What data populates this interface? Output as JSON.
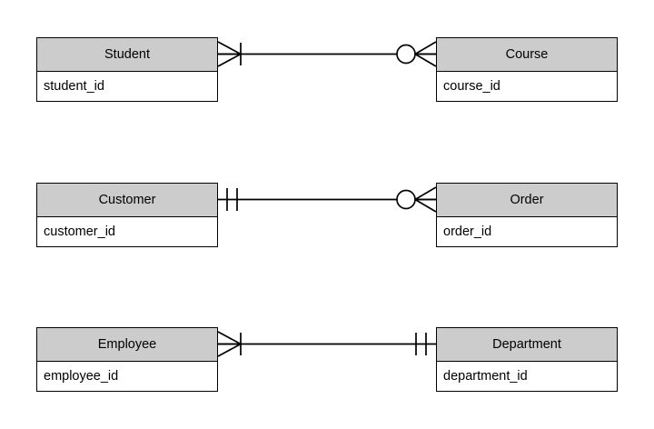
{
  "diagram": {
    "type": "crows-foot-er-diagram",
    "background_color": "#ffffff",
    "entity_header_color": "#cccccc",
    "entity_body_color": "#ffffff",
    "line_color": "#000000",
    "relationships": [
      {
        "id": "student-course",
        "left_entity": {
          "name": "Student",
          "attribute": "student_id"
        },
        "right_entity": {
          "name": "Course",
          "attribute": "course_id"
        },
        "left_cardinality": {
          "symbol": "crowsfoot-bar",
          "label": "one or many"
        },
        "right_cardinality": {
          "symbol": "circle-crowsfoot",
          "label": "zero or many"
        }
      },
      {
        "id": "customer-order",
        "left_entity": {
          "name": "Customer",
          "attribute": "customer_id"
        },
        "right_entity": {
          "name": "Order",
          "attribute": "order_id"
        },
        "left_cardinality": {
          "symbol": "double-bar",
          "label": "exactly one"
        },
        "right_cardinality": {
          "symbol": "circle-crowsfoot",
          "label": "zero or many"
        }
      },
      {
        "id": "employee-department",
        "left_entity": {
          "name": "Employee",
          "attribute": "employee_id"
        },
        "right_entity": {
          "name": "Department",
          "attribute": "department_id"
        },
        "left_cardinality": {
          "symbol": "crowsfoot-bar",
          "label": "one or many"
        },
        "right_cardinality": {
          "symbol": "double-bar",
          "label": "exactly one"
        }
      }
    ]
  }
}
